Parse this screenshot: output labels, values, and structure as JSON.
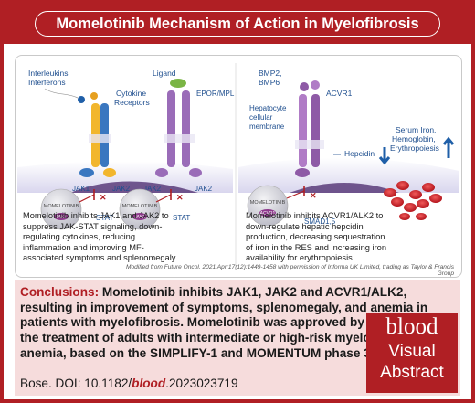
{
  "title": "Momelotinib Mechanism of Action in Myelofibrosis",
  "left_panel": {
    "interleukins_label": "Interleukins",
    "interferons_label": "Interferons",
    "cytokine_receptors_label_1": "Cytokine",
    "cytokine_receptors_label_2": "Receptors",
    "ligand_label": "Ligand",
    "epor_label": "EPOR/MPL",
    "jak1_label": "JAK1",
    "jak2_label_a": "JAK2",
    "jak2_label_b": "JAK2",
    "jak2_label_c": "JAK2",
    "stat_label_a": "STAT",
    "stat_label_b": "STAT",
    "drug_label_a": "MOMELOTINIB",
    "drug_label_b": "MOMELOTINIB",
    "drug_target_a": "JAK1",
    "drug_target_b": "JAK2",
    "caption": [
      "Momelotinib inhibits JAK1 and JAK2 to",
      "suppress JAK-STAT signaling, down-",
      "regulating cytokines, reducing",
      "inflammation and improving MF-",
      "associated symptoms and splenomegaly"
    ]
  },
  "right_panel": {
    "bmp_label_1": "BMP2,",
    "bmp_label_2": "BMP6",
    "membrane_label_1": "Hepatocyte",
    "membrane_label_2": "cellular",
    "membrane_label_3": "membrane",
    "acvr1_label": "ACVR1",
    "hepcidin_label": "Hepcidin",
    "smad_label": "SMAD1,5",
    "drug_label": "MOMELOTINIB",
    "drug_target": "ACVR1",
    "outcome_1": "Serum Iron,",
    "outcome_2": "Hemoglobin,",
    "outcome_3": "Erythropoiesis",
    "caption": [
      "Momelotinib inhibits ACVR1/ALK2 to",
      "down-regulate hepatic hepcidin",
      "production, decreasing sequestration",
      "of iron in the RES and increasing iron",
      "availability for erythropoiesis"
    ]
  },
  "credit": "Modified from Future Oncol. 2021 Apr;17(12):1449-1458 with permission of Informa UK Limited, trading as Taylor & Francis Group",
  "conclusions": {
    "label": "Conclusions:",
    "text": "Momelotinib inhibits JAK1, JAK2 and ACVR1/ALK2, resulting in improvement of symptoms, splenomegaly, and anemia in patients with myelofibrosis. Momelotinib was approved by the FDA for the treatment of adults with intermediate or high-risk myelofibrosis and anemia, based on the SIMPLIFY-1 and MOMENTUM phase 3 trials.",
    "doi_prefix": "Bose. DOI: 10.1182/",
    "doi_journal": "blood",
    "doi_suffix": ".2023023719"
  },
  "logo": {
    "line1": "blood",
    "line2": "Visual",
    "line3": "Abstract"
  },
  "colors": {
    "brand_red": "#b01f24",
    "conclusion_bg": "#f6dcdc",
    "arrow_blue": "#1f5fa8"
  }
}
